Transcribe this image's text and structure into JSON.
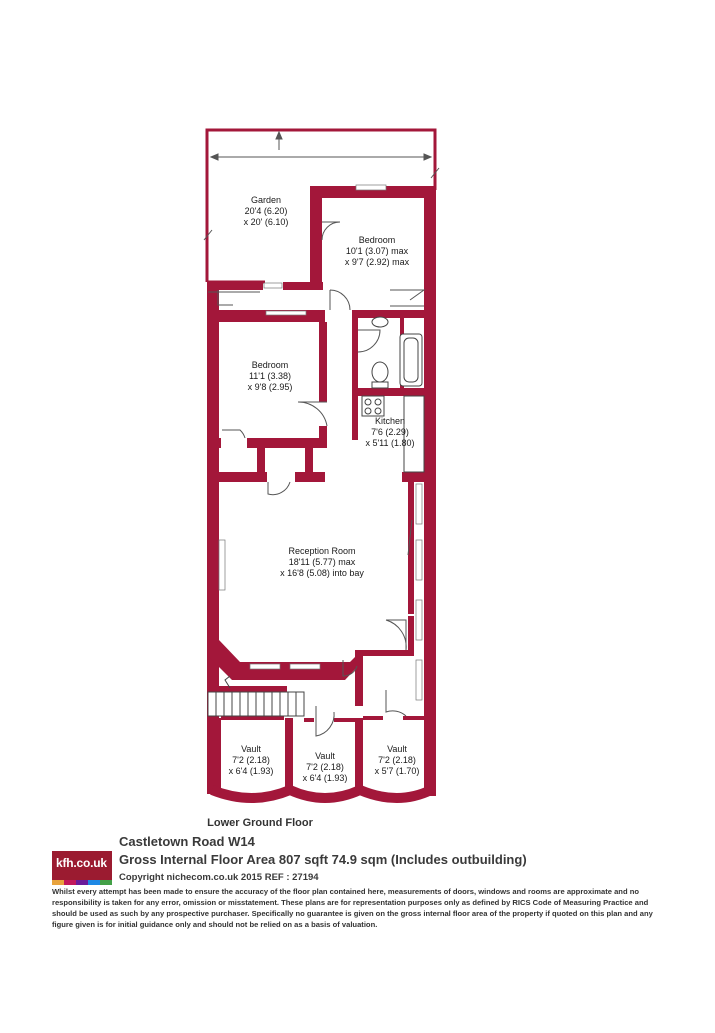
{
  "colors": {
    "wall": "#a3173a",
    "background": "#ffffff",
    "line": "#555555"
  },
  "rooms": {
    "garden": {
      "name": "Garden",
      "dim1": "20'4 (6.20)",
      "dim2": "x 20' (6.10)"
    },
    "bedroom1": {
      "name": "Bedroom",
      "dim1": "10'1 (3.07) max",
      "dim2": "x 9'7 (2.92) max"
    },
    "bedroom2": {
      "name": "Bedroom",
      "dim1": "11'1 (3.38)",
      "dim2": "x 9'8 (2.95)"
    },
    "kitchen": {
      "name": "Kitchen",
      "dim1": "7'6 (2.29)",
      "dim2": "x 5'11 (1.80)"
    },
    "reception": {
      "name": "Reception Room",
      "dim1": "18'11 (5.77) max",
      "dim2": "x 16'8 (5.08) into bay"
    },
    "vault1": {
      "name": "Vault",
      "dim1": "7'2 (2.18)",
      "dim2": "x 6'4 (1.93)"
    },
    "vault2": {
      "name": "Vault",
      "dim1": "7'2 (2.18)",
      "dim2": "x 6'4 (1.93)"
    },
    "vault3": {
      "name": "Vault",
      "dim1": "7'2 (2.18)",
      "dim2": "x 5'7 (1.70)"
    }
  },
  "floor_name": "Lower Ground Floor",
  "footer": {
    "address": "Castletown Road  W14",
    "gross_area": "Gross Internal Floor Area 807 sqft 74.9 sqm (Includes outbuilding)",
    "copyright": "Copyright nichecom.co.uk 2015 REF : 27194",
    "disclaimer": "Whilst every attempt has been made to ensure the accuracy of the floor plan contained here, measurements of doors, windows and rooms are approximate and no responsibility is taken for any error, omission or misstatement.  These plans are for representation purposes only as defined by RICS Code of Measuring Practice and should be used as such by any prospective purchaser.  Specifically no guarantee is given on the gross internal floor area of the property if quoted on this plan and any figure given is for initial guidance only and should not be relied on as a basis of valuation."
  },
  "logo": {
    "text": "kfh.co.uk",
    "strip_colors": [
      "#e8a33d",
      "#c2185b",
      "#6a1b9a",
      "#1e88e5",
      "#43a047"
    ]
  }
}
